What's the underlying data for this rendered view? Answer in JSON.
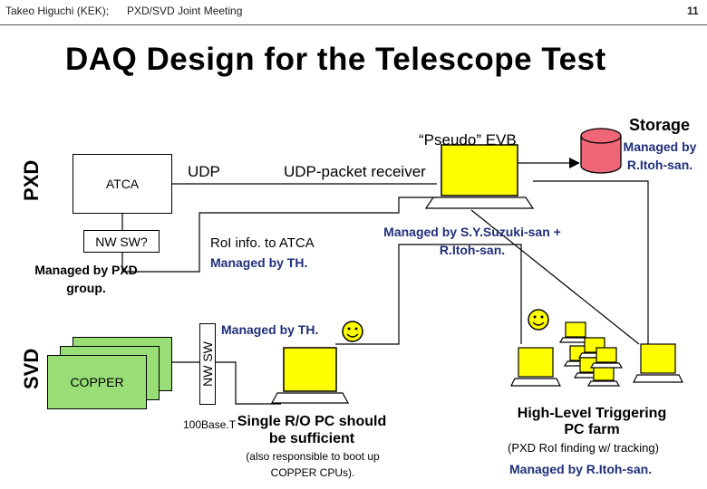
{
  "header": {
    "author": "Takeo Higuchi (KEK);",
    "meeting": "PXD/SVD Joint Meeting",
    "page": "11"
  },
  "title": "DAQ Design for the Telescope Test",
  "side_labels": {
    "pxd": "PXD",
    "svd": "SVD"
  },
  "pxd": {
    "atca": "ATCA",
    "nwsw": "NW SW?",
    "managed_by": "Managed by PXD group.",
    "udp": "UDP",
    "roi": "RoI info. to ATCA",
    "roi_managed": "Managed by TH."
  },
  "evb": {
    "label": "“Pseudo” EVB",
    "receiver": "UDP-packet receiver",
    "managed": "Managed by S.Y.Suzuki-san + R.Itoh-san."
  },
  "storage": {
    "label": "Storage",
    "managed": "Managed by R.Itoh-san."
  },
  "svd": {
    "copper": "COPPER",
    "nwsw": "NW SW",
    "managed": "Managed by TH.",
    "link": "100Base.T",
    "readout": "Single R/O PC should be sufficient",
    "note": "(also responsible to boot up COPPER CPUs)."
  },
  "hlt": {
    "title": "High-Level Triggering PC farm",
    "note": "(PXD RoI finding w/ tracking)",
    "managed": "Managed by R.Itoh-san."
  },
  "colors": {
    "copper_fill": "#99dd77",
    "storage_fill": "#ee6677",
    "screen_fill": "#ffff00",
    "managed_text": "#1f2f7a",
    "smiley_fill": "#ffff00"
  },
  "icons": [
    "smiley-icon",
    "computer-icon",
    "storage-cylinder-icon"
  ]
}
